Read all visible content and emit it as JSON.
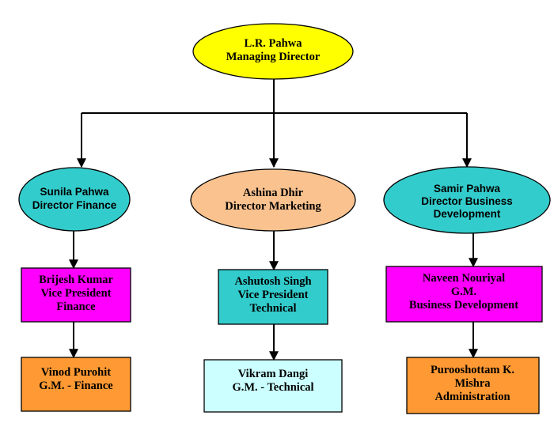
{
  "org_chart": {
    "colors": {
      "yellow": "#ffff00",
      "teal": "#33cccc",
      "peach": "#f9c28f",
      "magenta": "#ff00ff",
      "orange": "#ff9933",
      "light_cyan": "#ccffff"
    },
    "top": {
      "name": "L.R. Pahwa",
      "title": "Managing Director"
    },
    "directors": [
      {
        "name": "Sunila Pahwa",
        "title": "Director Finance"
      },
      {
        "name": "Ashina Dhir",
        "title": "Director Marketing"
      },
      {
        "name": "Samir Pahwa",
        "title": "Director Business",
        "title_2": "Development"
      }
    ],
    "level2": [
      {
        "name": "Brijesh Kumar",
        "title": "Vice President",
        "title_2": "Finance"
      },
      {
        "name": "Ashutosh Singh",
        "title": "Vice President",
        "title_2": "Technical"
      },
      {
        "name": "Naveen Nouriyal",
        "title": "G.M.",
        "title_2": "Business Development"
      }
    ],
    "level3": [
      {
        "name": "Vinod Purohit",
        "title": "G.M. - Finance"
      },
      {
        "name": "Vikram Dangi",
        "title": "G.M. - Technical"
      },
      {
        "name": "Purooshottam K.",
        "title": "Mishra",
        "title_2": "Administration"
      }
    ]
  }
}
